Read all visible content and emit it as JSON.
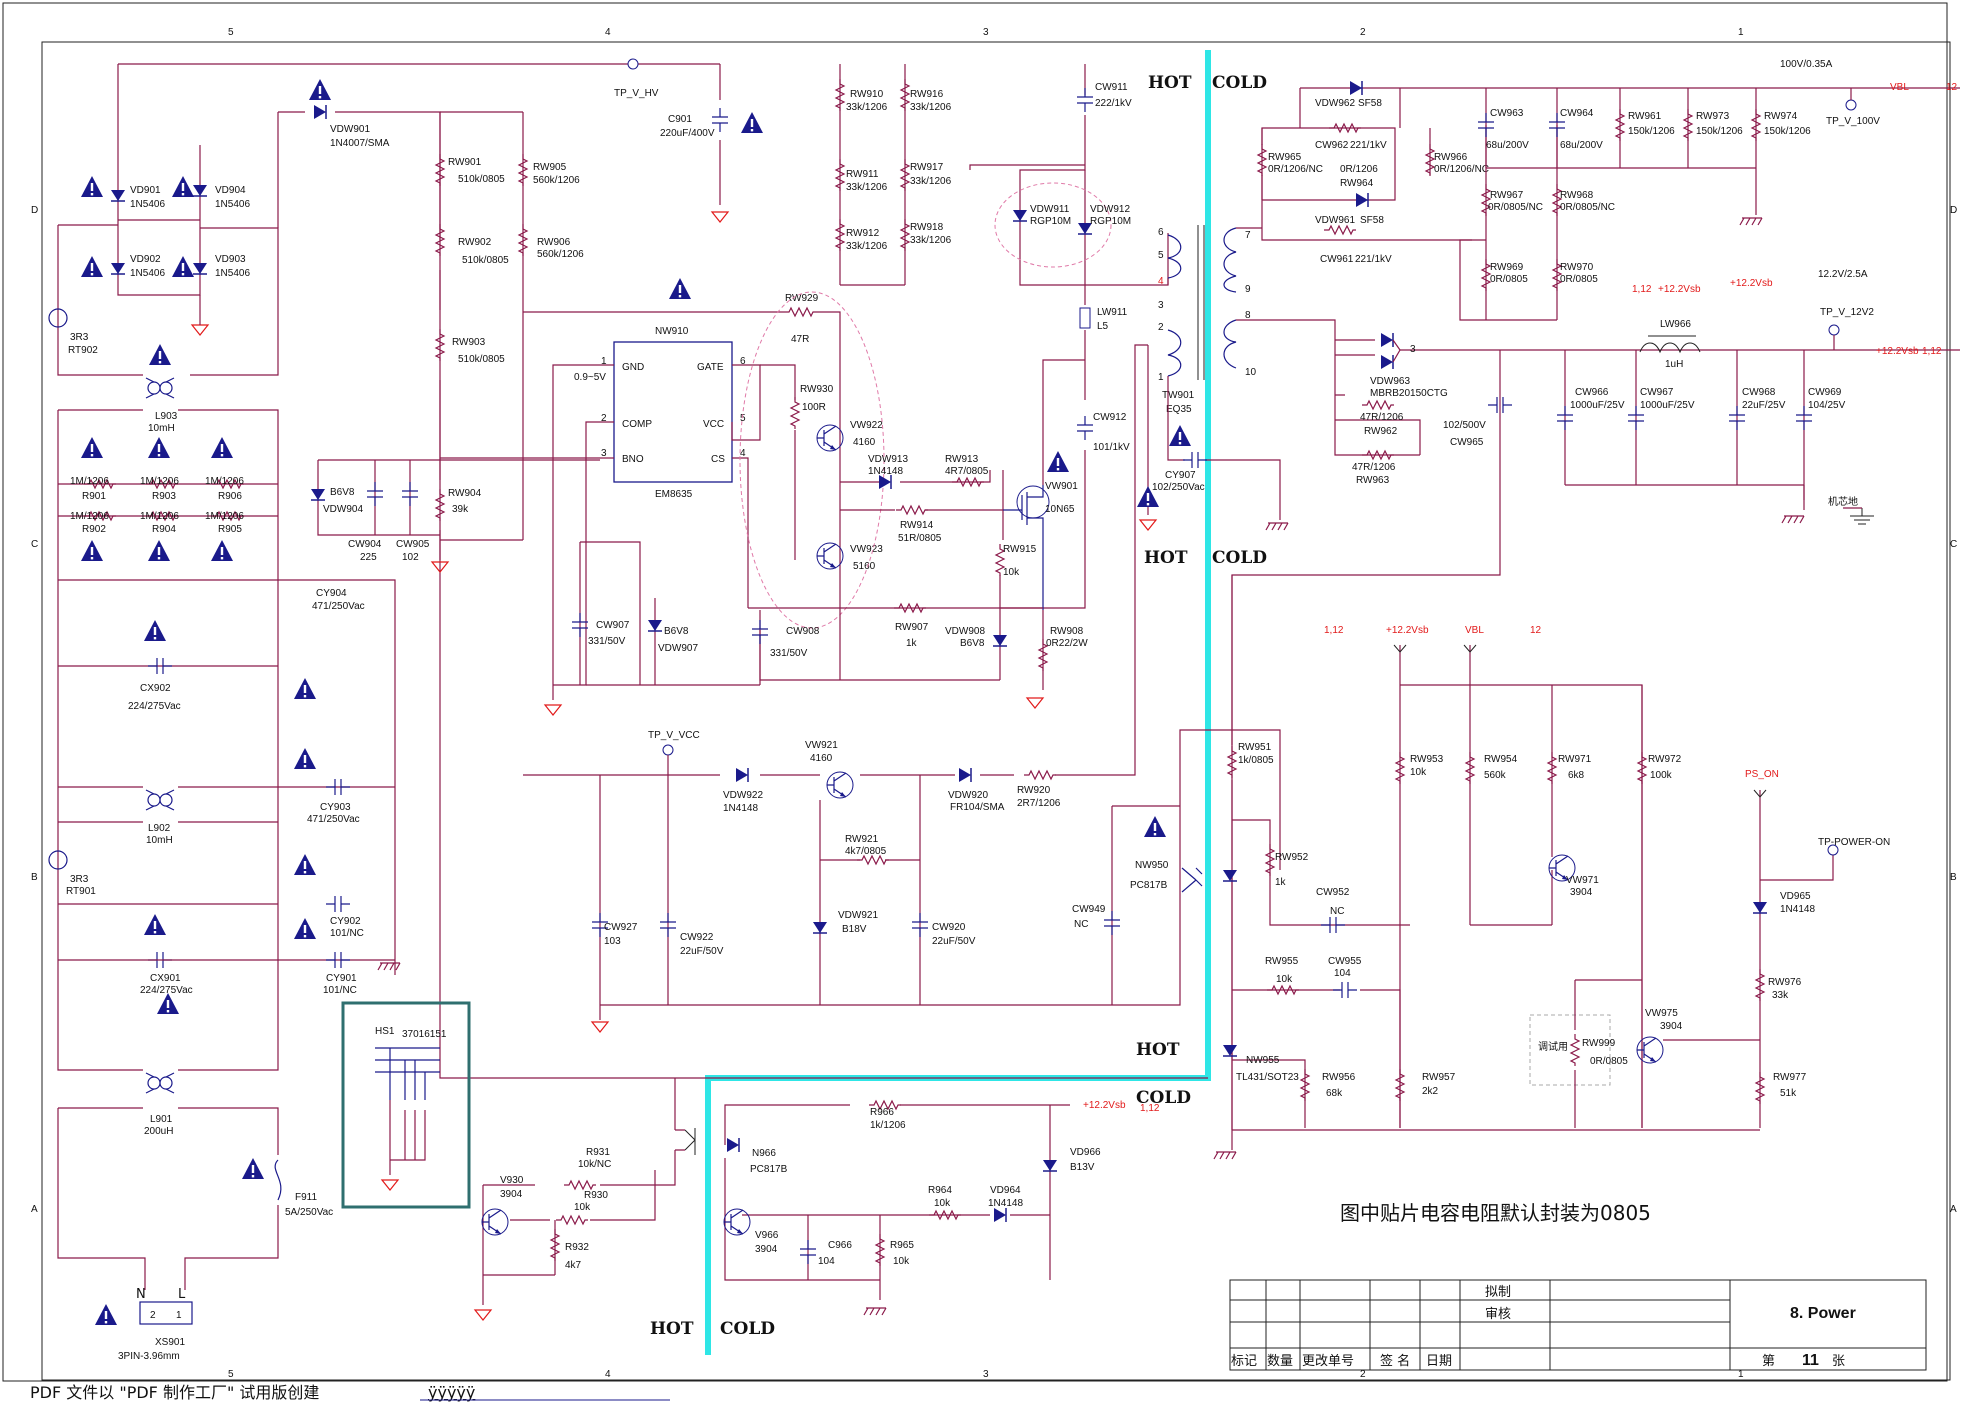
{
  "border_columns": [
    "5",
    "4",
    "3",
    "2",
    "1"
  ],
  "border_rows": [
    "D",
    "C",
    "B",
    "A"
  ],
  "isolation": {
    "hot": "HOT",
    "cold": "COLD"
  },
  "ratings": {
    "vbl": "100V/0.35A",
    "v12": "12.2V/2.5A"
  },
  "test_points": [
    "TP_V_HV",
    "TP_V_VCC",
    "TP_V_100V",
    "TP_V_12V2",
    "TP-POWER-ON"
  ],
  "nets": {
    "vbl": "VBL",
    "v12sb": "+12.2Vsb",
    "ps_on": "PS_ON",
    "ref12": "1,12",
    "n12": "12",
    "chassis": "机芯地"
  },
  "ic": {
    "name": "NW910",
    "part": "EM8635",
    "pins_left": [
      "GND",
      "COMP",
      "BNO"
    ],
    "pins_right": [
      "GATE",
      "VCC",
      "CS"
    ],
    "pin_nums_left": [
      "1",
      "2",
      "3"
    ],
    "pin_nums_right": [
      "6",
      "5",
      "4"
    ],
    "vref": "0.9~5V"
  },
  "components": {
    "vdw901": [
      "VDW901",
      "1N4007/SMA"
    ],
    "vd901": [
      "VD901",
      "1N5406"
    ],
    "vd904": [
      "VD904",
      "1N5406"
    ],
    "vd902": [
      "VD902",
      "1N5406"
    ],
    "vd903": [
      "VD903",
      "1N5406"
    ],
    "rt902": [
      "3R3",
      "RT902"
    ],
    "rt901": [
      "3R3",
      "RT901"
    ],
    "l903": [
      "L903",
      "10mH"
    ],
    "l902": [
      "L902",
      "10mH"
    ],
    "l901": [
      "L901",
      "200uH"
    ],
    "rw901": [
      "RW901",
      "510k/0805"
    ],
    "rw902": [
      "RW902",
      "510k/0805"
    ],
    "rw903": [
      "RW903",
      "510k/0805"
    ],
    "rw904": [
      "RW904",
      "39k"
    ],
    "rw905": [
      "RW905",
      "560k/1206"
    ],
    "rw906": [
      "RW906",
      "560k/1206"
    ],
    "c901": [
      "C901",
      "220uF/400V"
    ],
    "rw910": [
      "RW910",
      "33k/1206"
    ],
    "rw911": [
      "RW911",
      "33k/1206"
    ],
    "rw912": [
      "RW912",
      "33k/1206"
    ],
    "rw916": [
      "RW916",
      "33k/1206"
    ],
    "rw917": [
      "RW917",
      "33k/1206"
    ],
    "rw918": [
      "RW918",
      "33k/1206"
    ],
    "cw911": [
      "CW911",
      "222/1kV"
    ],
    "vdw911": [
      "VDW911",
      "RGP10M"
    ],
    "vdw912": [
      "VDW912",
      "RGP10M"
    ],
    "lw911": [
      "LW911",
      "L5"
    ],
    "cw912": [
      "CW912",
      "101/1kV"
    ],
    "rw929": [
      "RW929",
      "47R"
    ],
    "rw930": [
      "RW930",
      "100R"
    ],
    "vw922": [
      "VW922",
      "4160"
    ],
    "vw923": [
      "VW923",
      "5160"
    ],
    "vdw913": [
      "VDW913",
      "1N4148"
    ],
    "rw913": [
      "RW913",
      "4R7/0805"
    ],
    "rw914": [
      "RW914",
      "51R/0805"
    ],
    "rw915": [
      "RW915",
      "10k"
    ],
    "vw901": [
      "VW901",
      "10N65"
    ],
    "rw907": [
      "RW907",
      "1k"
    ],
    "vdw908": [
      "VDW908",
      "B6V8"
    ],
    "rw908": [
      "RW908",
      "0R22/2W"
    ],
    "vdw904": [
      "B6V8",
      "VDW904"
    ],
    "cw904": [
      "CW904",
      "225"
    ],
    "cw905": [
      "CW905",
      "102"
    ],
    "cw907": [
      "CW907",
      "331/50V"
    ],
    "vdw907": [
      "B6V8",
      "VDW907"
    ],
    "cw908": [
      "CW908",
      "331/50V"
    ],
    "tw901": [
      "TW901",
      "EQ35"
    ],
    "cy907": [
      "CY907",
      "102/250Vac"
    ],
    "r901": [
      "1M/1206",
      "R901"
    ],
    "r903": [
      "1M/1206",
      "R903"
    ],
    "r906": [
      "1M/1206",
      "R906"
    ],
    "r902": [
      "1M/1206",
      "R902"
    ],
    "r904": [
      "1M/1206",
      "R904"
    ],
    "r905": [
      "1M/1206",
      "R905"
    ],
    "cy904": [
      "CY904",
      "471/250Vac"
    ],
    "cx902": [
      "CX902",
      "224/275Vac"
    ],
    "cy903": [
      "CY903",
      "471/250Vac"
    ],
    "cy902": [
      "CY902",
      "101/NC"
    ],
    "cx901": [
      "CX901",
      "224/275Vac"
    ],
    "cy901": [
      "CY901",
      "101/NC"
    ],
    "f911": [
      "F911",
      "5A/250Vac"
    ],
    "xs901": [
      "XS901",
      "3PIN-3.96mm"
    ],
    "hs1": [
      "HS1",
      "37016151"
    ],
    "vdw922": [
      "VDW922",
      "1N4148"
    ],
    "vw921": [
      "VW921",
      "4160"
    ],
    "vdw920": [
      "VDW920",
      "FR104/SMA"
    ],
    "rw920": [
      "RW920",
      "2R7/1206"
    ],
    "rw921": [
      "RW921",
      "4k7/0805"
    ],
    "vdw921": [
      "VDW921",
      "B18V"
    ],
    "cw927": [
      "CW927",
      "103"
    ],
    "cw922": [
      "CW922",
      "22uF/50V"
    ],
    "cw920": [
      "CW920",
      "22uF/50V"
    ],
    "cw949": [
      "CW949",
      "NC"
    ],
    "nw950": [
      "NW950",
      "PC817B"
    ],
    "vdw962": [
      "VDW962",
      "SF58"
    ],
    "cw962": [
      "CW962",
      "221/1kV"
    ],
    "rw964": [
      "0R/1206",
      "RW964"
    ],
    "vdw961": [
      "VDW961",
      "SF58"
    ],
    "cw961": [
      "CW961",
      "221/1kV"
    ],
    "rw965": [
      "RW965",
      "0R/1206/NC"
    ],
    "rw966": [
      "RW966",
      "0R/1206/NC"
    ],
    "cw963": [
      "CW963",
      "68u/200V"
    ],
    "cw964": [
      "CW964",
      "68u/200V"
    ],
    "rw961": [
      "RW961",
      "150k/1206"
    ],
    "rw973": [
      "RW973",
      "150k/1206"
    ],
    "rw974": [
      "RW974",
      "150k/1206"
    ],
    "rw967": [
      "RW967",
      "0R/0805/NC"
    ],
    "rw968": [
      "RW968",
      "0R/0805/NC"
    ],
    "rw969": [
      "RW969",
      "0R/0805"
    ],
    "rw970": [
      "RW970",
      "0R/0805"
    ],
    "lw966": [
      "LW966",
      "1uH"
    ],
    "vdw963": [
      "VDW963",
      "MBRB20150CTG"
    ],
    "cw965": [
      "102/500V",
      "CW965"
    ],
    "rw962": [
      "47R/1206",
      "RW962"
    ],
    "rw963": [
      "47R/1206",
      "RW963"
    ],
    "cw966": [
      "CW966",
      "1000uF/25V"
    ],
    "cw967": [
      "CW967",
      "1000uF/25V"
    ],
    "cw968": [
      "CW968",
      "22uF/25V"
    ],
    "cw969": [
      "CW969",
      "104/25V"
    ],
    "rw951": [
      "RW951",
      "1k/0805"
    ],
    "rw952": [
      "RW952",
      "1k"
    ],
    "cw952": [
      "CW952",
      "NC"
    ],
    "rw955": [
      "RW955",
      "10k"
    ],
    "cw955": [
      "CW955",
      "104"
    ],
    "nw955": [
      "NW955",
      "TL431/SOT23"
    ],
    "rw956": [
      "RW956",
      "68k"
    ],
    "rw957": [
      "RW957",
      "2k2"
    ],
    "rw953": [
      "RW953",
      "10k"
    ],
    "rw954": [
      "RW954",
      "560k"
    ],
    "rw971": [
      "RW971",
      "6k8"
    ],
    "rw972": [
      "RW972",
      "100k"
    ],
    "vw971": [
      "VW971",
      "3904"
    ],
    "vd965": [
      "VD965",
      "1N4148"
    ],
    "rw976": [
      "RW976",
      "33k"
    ],
    "vw975": [
      "VW975",
      "3904"
    ],
    "rw999": [
      "RW999",
      "0R/0805"
    ],
    "rw977": [
      "RW977",
      "51k"
    ],
    "debug": "调试用",
    "r931": [
      "R931",
      "10k/NC"
    ],
    "v930": [
      "V930",
      "3904"
    ],
    "r930": [
      "R930",
      "10k"
    ],
    "r932": [
      "R932",
      "4k7"
    ],
    "n966": [
      "N966",
      "PC817B"
    ],
    "r966": [
      "R966",
      "1k/1206"
    ],
    "vd966": [
      "VD966",
      "B13V"
    ],
    "r964": [
      "R964",
      "10k"
    ],
    "vd964": [
      "VD964",
      "1N4148"
    ],
    "v966": [
      "V966",
      "3904"
    ],
    "c966": [
      "C966",
      "104"
    ],
    "r965": [
      "R965",
      "10k"
    ]
  },
  "connector_labels": {
    "n": "N",
    "l": "L"
  },
  "note": "图中贴片电容电阻默认封装为0805",
  "title_block": {
    "drawn": "拟制",
    "review": "审核",
    "title": "8. Power",
    "cols": [
      "标记",
      "数量",
      "更改单号",
      "签 名",
      "日期"
    ],
    "sheet_prefix": "第",
    "sheet": "11",
    "sheet_suffix": "张"
  },
  "footer": {
    "text": "PDF 文件以 \"PDF 制作工厂\" 试用版创建",
    "link": "ÿÿÿÿÿ"
  }
}
